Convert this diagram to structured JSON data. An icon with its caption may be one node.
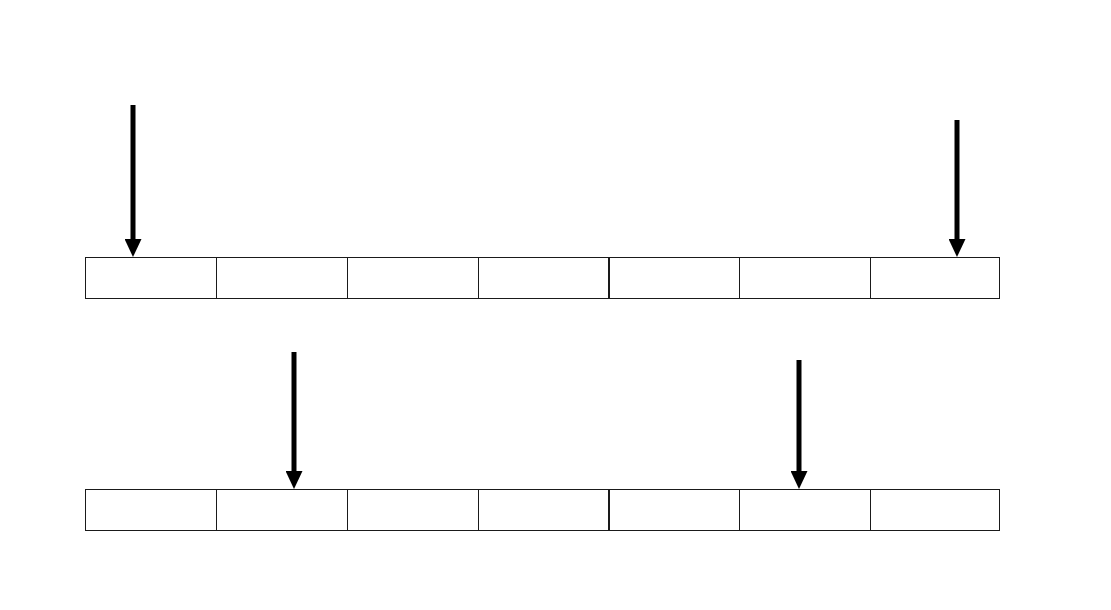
{
  "diagram": {
    "nodes": [
      {
        "text": [],
        "shape": "box"
      },
      {
        "text": [],
        "shape": "box"
      },
      {
        "text": [],
        "shape": "box"
      },
      {
        "text": [],
        "shape": "box"
      },
      {
        "text": [],
        "shape": "box"
      },
      {
        "text": [],
        "shape": "box"
      },
      {
        "text": [],
        "shape": "box"
      },
      {
        "text": [],
        "shape": "box"
      },
      {
        "text": [],
        "shape": "box"
      },
      {
        "text": [],
        "shape": "box"
      },
      {
        "text": [],
        "shape": "box"
      },
      {
        "text": [],
        "shape": "box"
      },
      {
        "text": [],
        "shape": "box"
      },
      {
        "text": [],
        "shape": "box"
      }
    ],
    "edges": [
      {
        "from": null,
        "to": 0,
        "arrow": "to"
      },
      {
        "from": null,
        "to": 6,
        "arrow": "to"
      },
      {
        "from": null,
        "to": 8,
        "arrow": "to"
      },
      {
        "from": null,
        "to": 12,
        "arrow": "to"
      }
    ]
  }
}
